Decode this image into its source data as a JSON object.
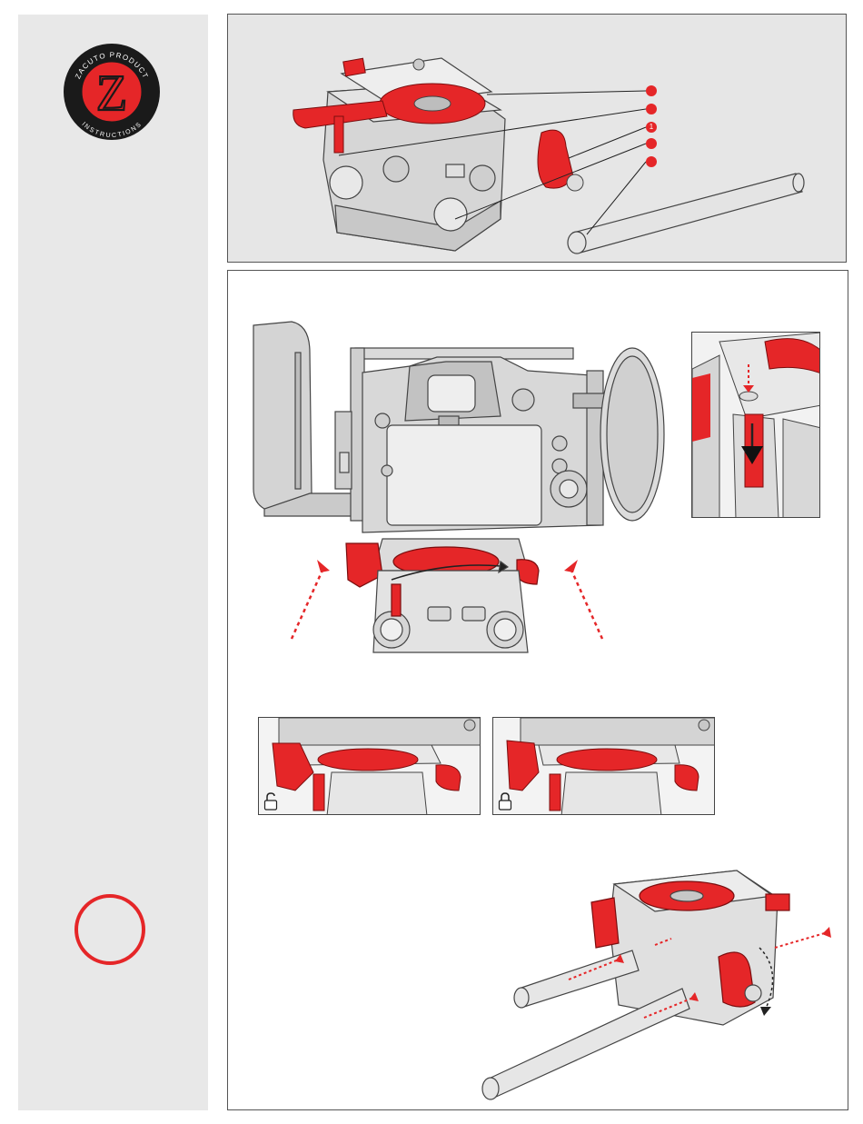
{
  "logo": {
    "top_text": "ZACUTO PRODUCT",
    "bottom_text": "INSTRUCTIONS",
    "letter": "Z"
  },
  "callouts": [
    {
      "label": ""
    },
    {
      "label": ""
    },
    {
      "label": "1"
    },
    {
      "label": ""
    },
    {
      "label": ""
    }
  ],
  "colors": {
    "accent_red": "#e52628",
    "sidebar_gray": "#e8e8e8",
    "panel_gray": "#e6e6e6",
    "line_gray": "#555555",
    "part_gray": "#d4d4d4"
  },
  "icons": {
    "unlocked": "unlocked-padlock-icon",
    "locked": "locked-padlock-icon"
  }
}
